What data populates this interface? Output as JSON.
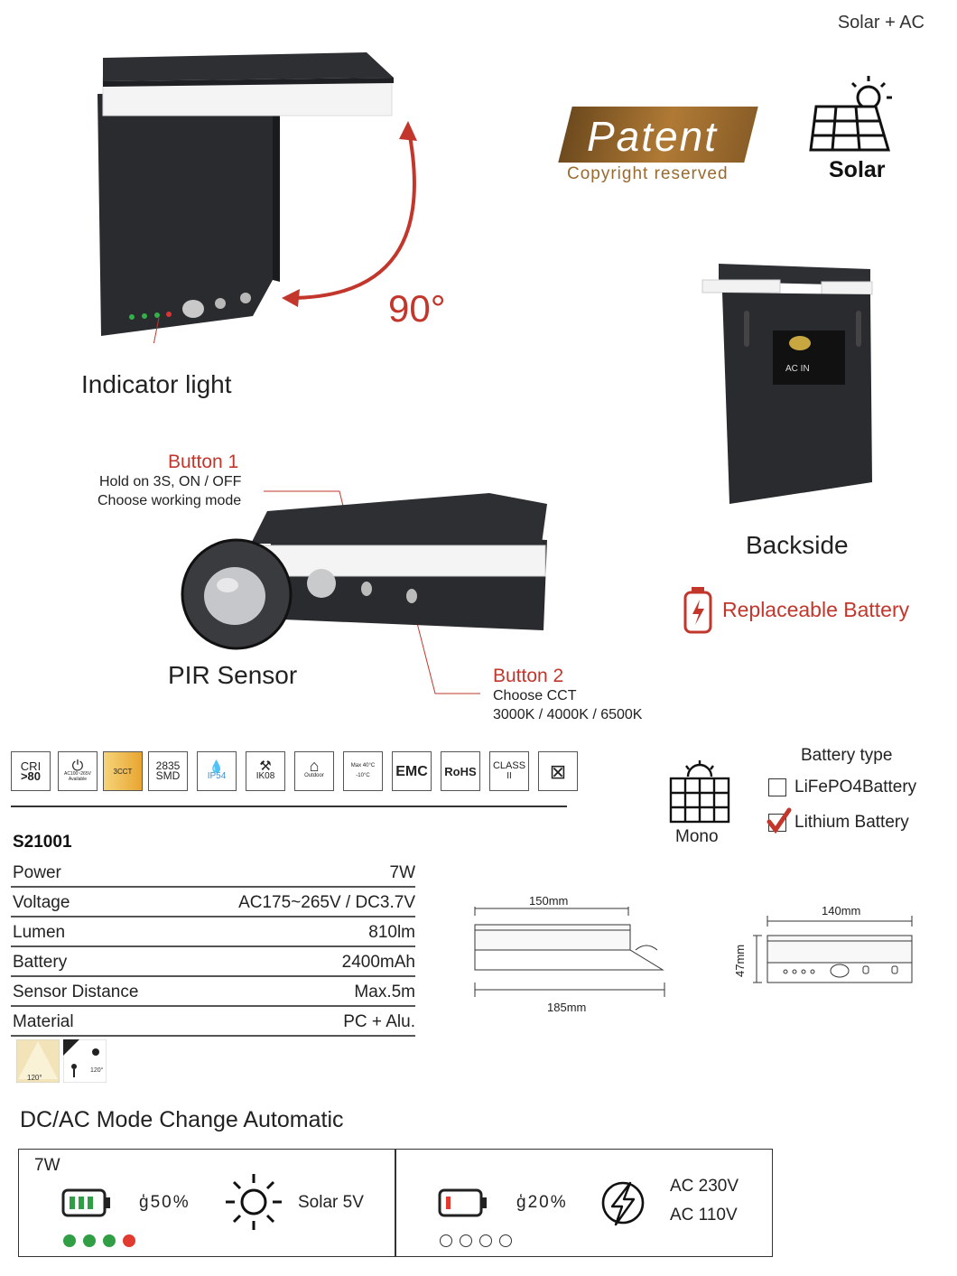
{
  "header": {
    "top_right_label": "Solar + AC"
  },
  "patent": {
    "title": "Patent",
    "subtitle": "Copyright reserved"
  },
  "solar_badge": {
    "label": "Solar",
    "icon": "solar-panel-sun-icon"
  },
  "views": {
    "angle": "90°",
    "indicator_label": "Indicator light",
    "backside_label": "Backside",
    "ac_in_label": "AC IN",
    "replaceable_battery": "Replaceable Battery"
  },
  "buttons": {
    "button1_title": "Button 1",
    "button1_line1": "Hold on 3S, ON / OFF",
    "button1_line2": "Choose working mode",
    "button2_title": "Button 2",
    "button2_line1": "Choose CCT",
    "button2_line2": "3000K / 4000K / 6500K",
    "pir_label": "PIR Sensor"
  },
  "certifications": [
    {
      "top": "CRI",
      "bottom": ">80"
    },
    {
      "top": "⏻",
      "bottom": "AC100~265V Available"
    },
    {
      "top": "3CCT",
      "bottom": ""
    },
    {
      "top": "2835",
      "bottom": "SMD"
    },
    {
      "top": "💧",
      "bottom": "IP54"
    },
    {
      "top": "⚒",
      "bottom": "IK08"
    },
    {
      "top": "⌂",
      "bottom": "Outdoor"
    },
    {
      "top": "Max 40°C",
      "bottom": "-10°C"
    },
    {
      "top": "EMC",
      "bottom": ""
    },
    {
      "top": "RoHS",
      "bottom": ""
    },
    {
      "top": "CLASS",
      "bottom": "II"
    },
    {
      "top": "⊠",
      "bottom": ""
    }
  ],
  "model": "S21001",
  "specs": [
    {
      "label": "Power",
      "value": "7W"
    },
    {
      "label": "Voltage",
      "value": "AC175~265V / DC3.7V"
    },
    {
      "label": "Lumen",
      "value": "810lm"
    },
    {
      "label": "Battery",
      "value": "2400mAh"
    },
    {
      "label": "Sensor Distance",
      "value": "Max.5m"
    },
    {
      "label": "Material",
      "value": "PC + Alu."
    }
  ],
  "beam": {
    "angle1": "120°",
    "angle2": "120°"
  },
  "panel": {
    "label": "Mono"
  },
  "battery_type": {
    "title": "Battery type",
    "options": [
      {
        "label": "LiFePO4Battery",
        "checked": false
      },
      {
        "label": "Lithium Battery",
        "checked": true
      }
    ]
  },
  "dimensions": {
    "width_top": "150mm",
    "width_bottom": "185mm",
    "width_side": "140mm",
    "height_side": "47mm"
  },
  "mode": {
    "title": "DC/AC Mode Change Automatic",
    "left": {
      "power": "7W",
      "threshold": "ģ50%",
      "source": "Solar 5V"
    },
    "right": {
      "threshold": "ģ20%",
      "ac1": "AC 230V",
      "ac2": "AC 110V"
    }
  },
  "colors": {
    "accent_red": "#c2362c",
    "gold": "#9a6a2e",
    "green": "#2f9e44"
  }
}
